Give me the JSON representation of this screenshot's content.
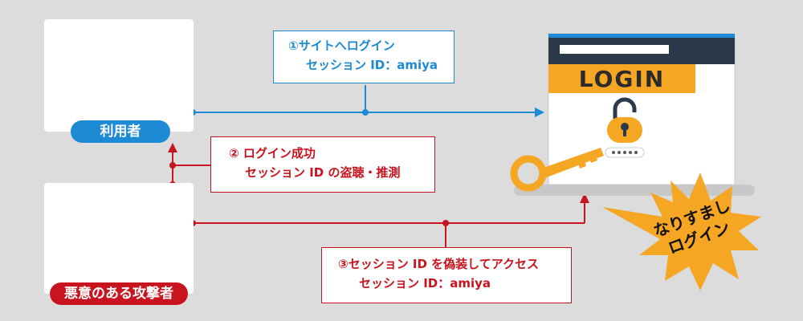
{
  "actors": {
    "user_label": "利用者",
    "attacker_label": "悪意のある攻撃者"
  },
  "steps": {
    "step1": {
      "line1": "①サイトへログイン",
      "line2": "セッション ID：amiya"
    },
    "step2": {
      "line1": "② ログイン成功",
      "line2": "セッション ID の盗聴・推測"
    },
    "step3": {
      "line1": "③セッション ID を偽装してアクセス",
      "line2": "セッション ID：amiya"
    }
  },
  "website": {
    "login_label": "LOGIN"
  },
  "burst": {
    "line1": "なりすまし",
    "line2": "ログイン"
  },
  "colors": {
    "background": "#dcdcdc",
    "blue": "#1d8ad6",
    "red": "#c8141e",
    "orange": "#f5a623",
    "window_header": "#2b3a4a"
  }
}
